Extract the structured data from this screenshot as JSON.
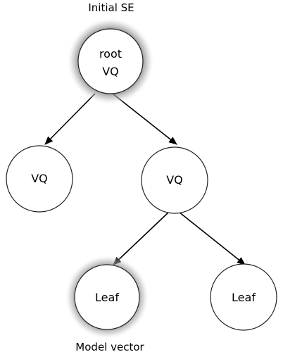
{
  "captions": {
    "top": "Initial SE",
    "bottom": "Model vector"
  },
  "nodes": {
    "root": {
      "line1": "root",
      "line2": "VQ"
    },
    "left": {
      "label": "VQ"
    },
    "right": {
      "label": "VQ"
    },
    "leaf_left": {
      "label": "Leaf"
    },
    "leaf_right": {
      "label": "Leaf"
    }
  },
  "colors": {
    "stroke": "#222222",
    "fill": "#ffffff",
    "glow": "#5a5a5a",
    "text": "#000000"
  }
}
